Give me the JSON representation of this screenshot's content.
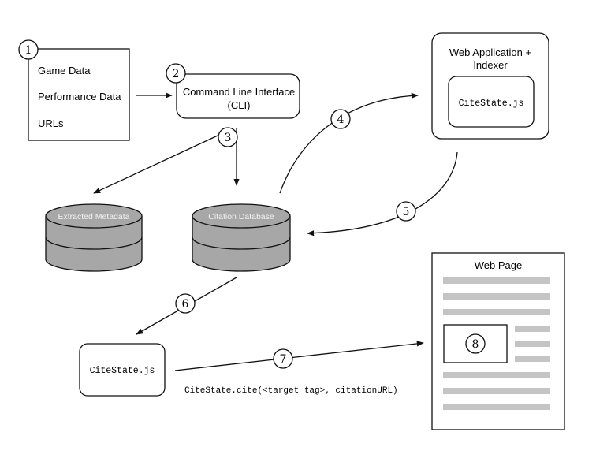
{
  "inputs": {
    "items": [
      "Game Data",
      "Performance Data",
      "URLs"
    ]
  },
  "cli": {
    "line1": "Command Line Interface",
    "line2": "(CLI)"
  },
  "webapp": {
    "line1": "Web Application +",
    "line2": "Indexer",
    "inner": "CiteState.js"
  },
  "databases": {
    "extracted": "Extracted Metadata",
    "citation": "Citation Database"
  },
  "citestate_box": "CiteState.js",
  "cite_call": "CiteState.cite(<target tag>, citationURL)",
  "webpage": {
    "title": "Web Page"
  },
  "steps": [
    "1",
    "2",
    "3",
    "4",
    "5",
    "6",
    "7",
    "8"
  ],
  "colors": {
    "stroke": "#111111",
    "db_fill": "#a7a7a8",
    "db_label": "#f2f2f2",
    "text_lines": "#c4c4c5"
  }
}
